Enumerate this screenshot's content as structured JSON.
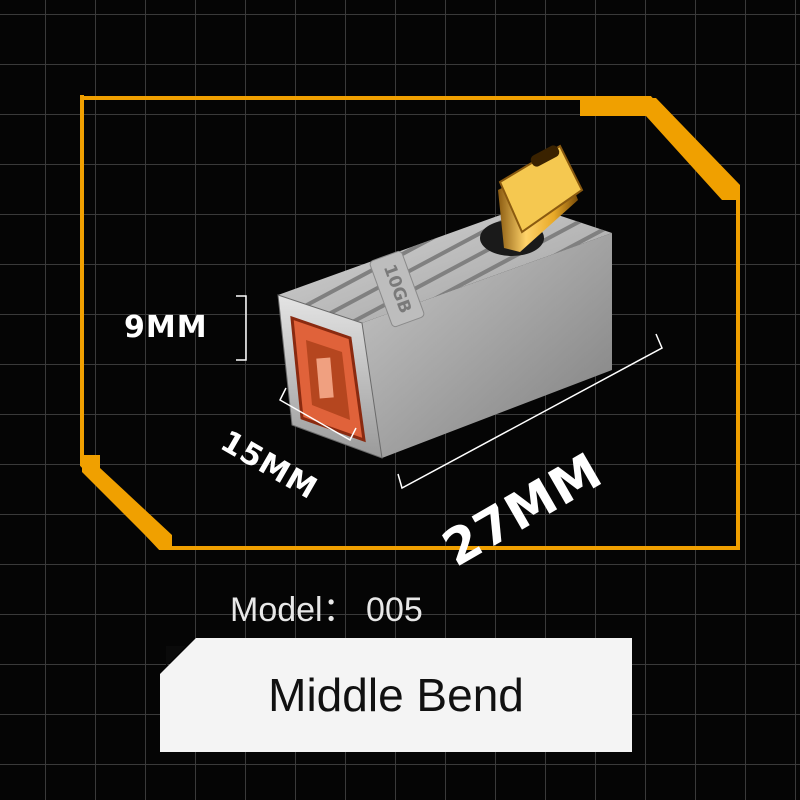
{
  "product": {
    "chip_text": "10GB",
    "model_label": "Model：  005",
    "bend_label": "Middle Bend"
  },
  "dimensions": {
    "height": "9MM",
    "width": "15MM",
    "length": "27MM"
  },
  "colors": {
    "background": "#050505",
    "grid": "#3a3a3a",
    "frame_accent": "#f0a000",
    "usb_port": "#e0623a",
    "connector_gold": "#e8b030",
    "body_silver": "#c9c9c9",
    "banner": "#f4f4f4"
  }
}
